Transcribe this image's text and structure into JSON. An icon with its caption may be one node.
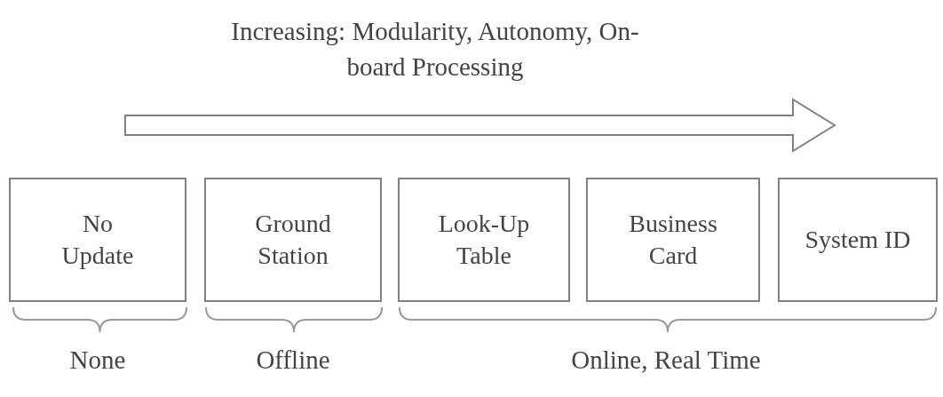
{
  "diagram": {
    "nodes": [
      {
        "text": [
          "No Update"
        ]
      },
      {
        "text": [
          "Ground Station"
        ]
      },
      {
        "text": [
          "Look-Up Table"
        ]
      },
      {
        "text": [
          "Business Card"
        ]
      },
      {
        "text": [
          "System ID"
        ]
      }
    ],
    "labels": [
      "Increasing: Modularity, Autonomy, On-board Processing",
      "None",
      "Offline",
      "Online, Real Time"
    ]
  }
}
